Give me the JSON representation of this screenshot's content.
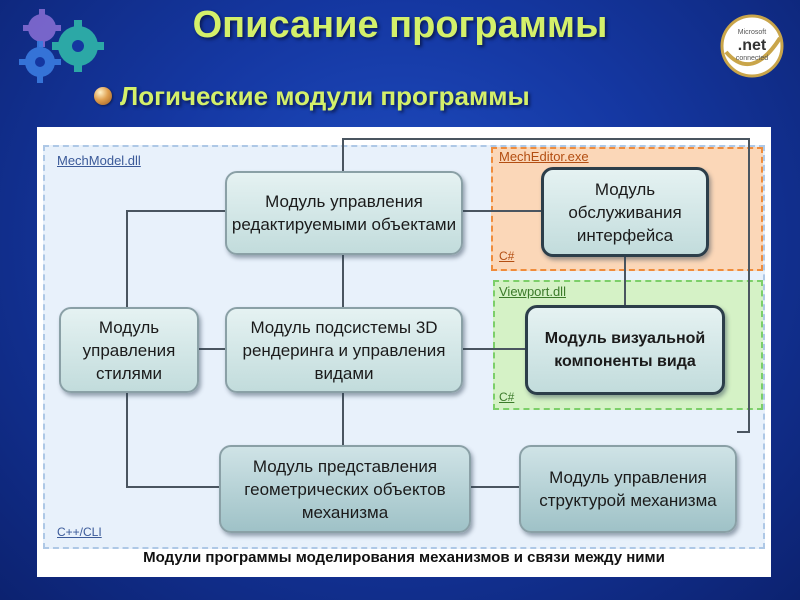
{
  "slide": {
    "title": "Описание программы",
    "subtitle": "Логические модули программы"
  },
  "logo": {
    "brand": "Microsoft",
    "product": ".net",
    "tagline": "connected"
  },
  "zones": {
    "mechmodel": {
      "label": "MechModel.dll",
      "lang": "C++/CLI"
    },
    "mecheditor": {
      "label": "MechEditor.exe",
      "lang": "C#"
    },
    "viewport": {
      "label": "Viewport.dll",
      "lang": "C#"
    }
  },
  "modules": {
    "editable_objects": "Модуль управления редактируемыми объектами",
    "interface_service": "Модуль обслуживания интерфейса",
    "styles": "Модуль управления стилями",
    "rendering": "Модуль подсистемы 3D рендеринга и управления видами",
    "visual_component": "Модуль визуальной компоненты вида",
    "geometry": "Модуль представления геометрических объектов механизма",
    "structure": "Модуль управления структурой механизма"
  },
  "caption": "Модули программы моделирования механизмов и связи между ними",
  "colors": {
    "title_color": "#d4f06a",
    "background": "#1538a3",
    "editor_zone": "#fbd7b8",
    "viewport_zone": "#d5f2c6",
    "mech_zone": "#e8f1fb"
  }
}
